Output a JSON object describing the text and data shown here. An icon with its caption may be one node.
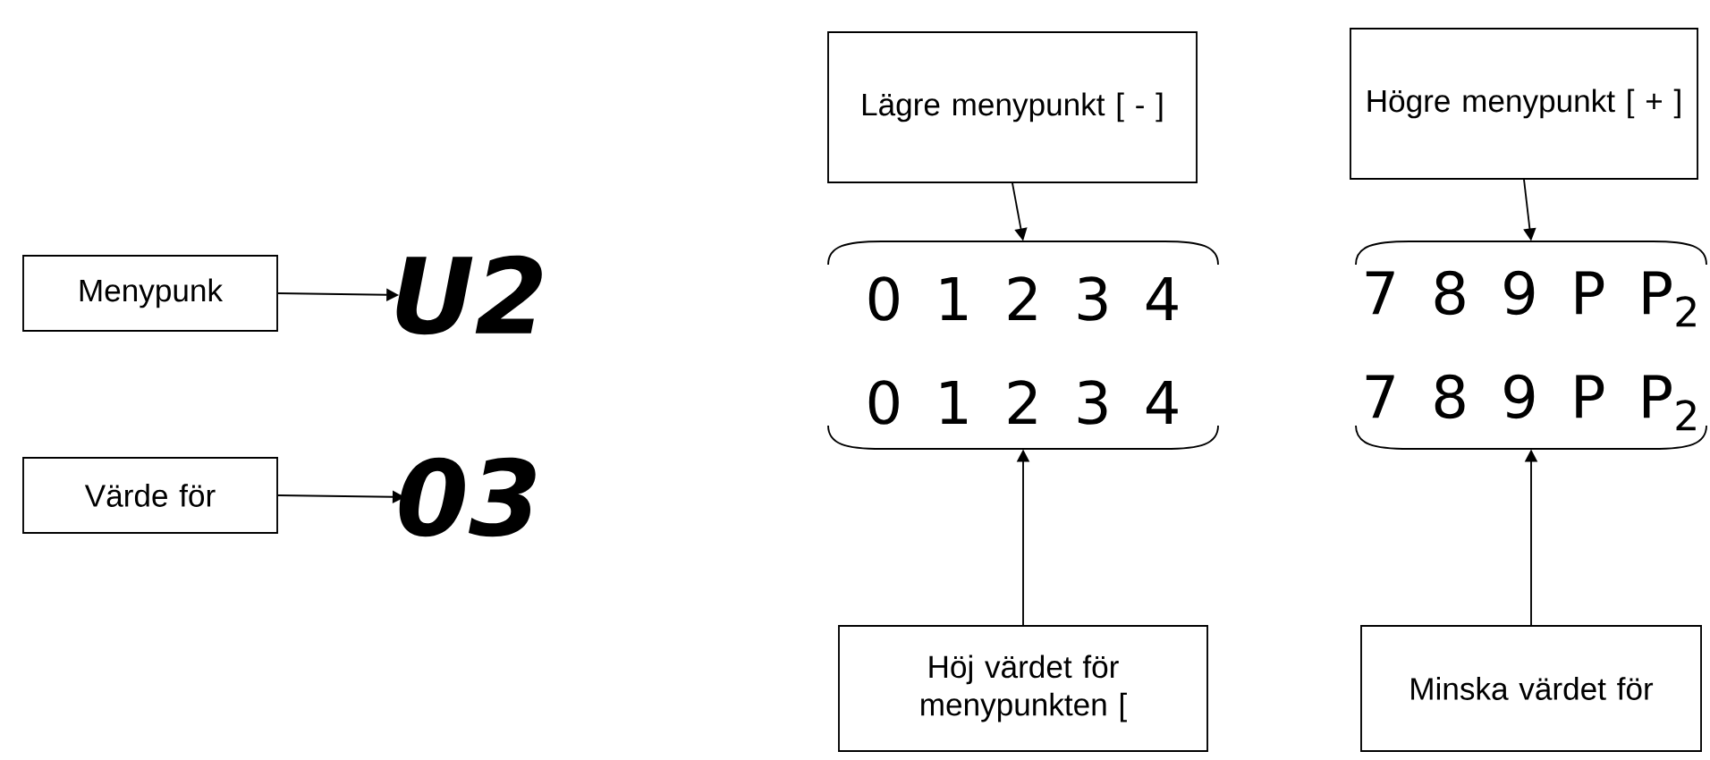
{
  "diagram": {
    "nodes": [
      {
        "text": [
          "Menypunk"
        ]
      },
      {
        "text": [
          "U2"
        ]
      },
      {
        "text": [
          "Värde för"
        ]
      },
      {
        "text": [
          "03"
        ]
      },
      {
        "text": [
          "Lägre menypunkt [ - ]"
        ]
      },
      {
        "text": [
          "Högre menypunkt [ + ]"
        ]
      },
      {
        "text": [
          "0 1 2 3 4"
        ]
      },
      {
        "text": [
          "7 8 9 P P$_{2}$"
        ]
      },
      {
        "text": [
          "0 1 2 3 4"
        ]
      },
      {
        "text": [
          "7 8 9 P P$_{2}$"
        ]
      },
      {
        "text": [
          "Höj värdet för menypunkten ["
        ]
      },
      {
        "text": [
          "Minska värdet för"
        ]
      }
    ],
    "edges": [
      {
        "from": 0,
        "to": 1,
        "arrow": "to"
      },
      {
        "from": 2,
        "to": 3,
        "arrow": "to"
      },
      {
        "from": 4,
        "to": 6,
        "arrow": "to"
      },
      {
        "from": 5,
        "to": 7,
        "arrow": "to"
      },
      {
        "from": 10,
        "to": 8,
        "arrow": "to"
      },
      {
        "from": 11,
        "to": 9,
        "arrow": "to"
      }
    ]
  }
}
